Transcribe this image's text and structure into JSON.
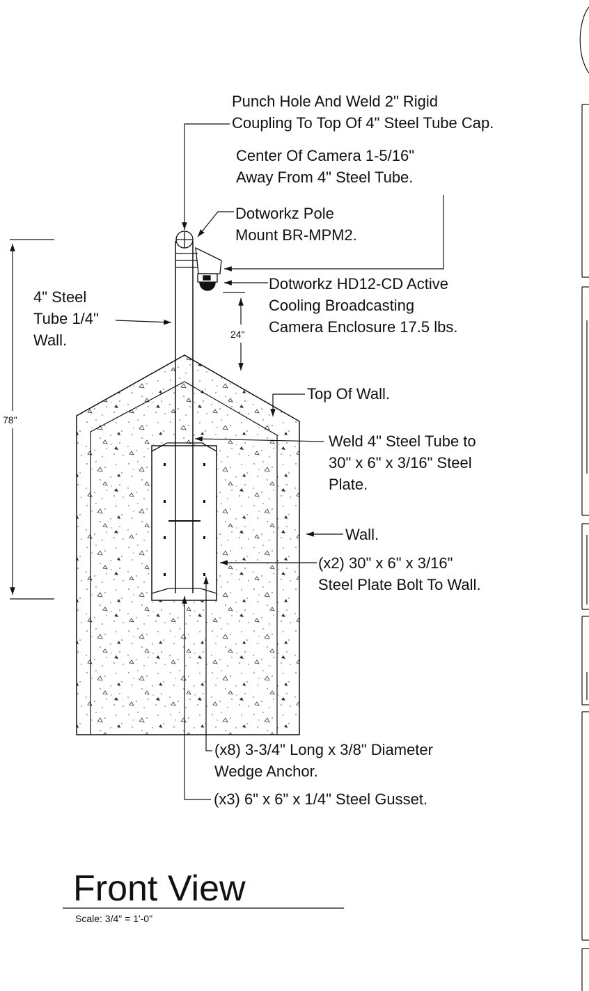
{
  "view": {
    "title": "Front View",
    "scale": "Scale: 3/4\" = 1'-0\""
  },
  "callouts": [
    {
      "id": "coupling",
      "lines": [
        "Punch Hole And Weld 2\" Rigid",
        "Coupling To Top Of 4\" Steel Tube Cap."
      ]
    },
    {
      "id": "camera-offset",
      "lines": [
        "Center Of Camera 1-5/16\"",
        "Away From 4\" Steel Tube."
      ]
    },
    {
      "id": "pole-mount",
      "lines": [
        "Dotworkz Pole",
        "Mount BR-MPM2."
      ]
    },
    {
      "id": "enclosure",
      "lines": [
        "Dotworkz HD12-CD Active",
        "Cooling Broadcasting",
        "Camera Enclosure 17.5 lbs."
      ]
    },
    {
      "id": "steel-tube",
      "lines": [
        "4\" Steel",
        "Tube 1/4\"",
        "Wall."
      ]
    },
    {
      "id": "top-of-wall",
      "lines": [
        "Top Of Wall."
      ]
    },
    {
      "id": "weld-plate",
      "lines": [
        "Weld 4\" Steel Tube to",
        "30\" x 6\" x 3/16\" Steel",
        "Plate."
      ]
    },
    {
      "id": "wall",
      "lines": [
        "Wall."
      ]
    },
    {
      "id": "steel-plate",
      "lines": [
        "(x2) 30\" x 6\" x 3/16\"",
        "Steel Plate Bolt To Wall."
      ]
    },
    {
      "id": "wedge-anchor",
      "lines": [
        "(x8) 3-3/4\" Long x 3/8\" Diameter",
        "Wedge Anchor."
      ]
    },
    {
      "id": "gusset",
      "lines": [
        "(x3) 6\" x 6\" x 1/4\" Steel Gusset."
      ]
    }
  ],
  "dimensions": {
    "overall": "78\"",
    "camera_to_wall": "24\""
  }
}
